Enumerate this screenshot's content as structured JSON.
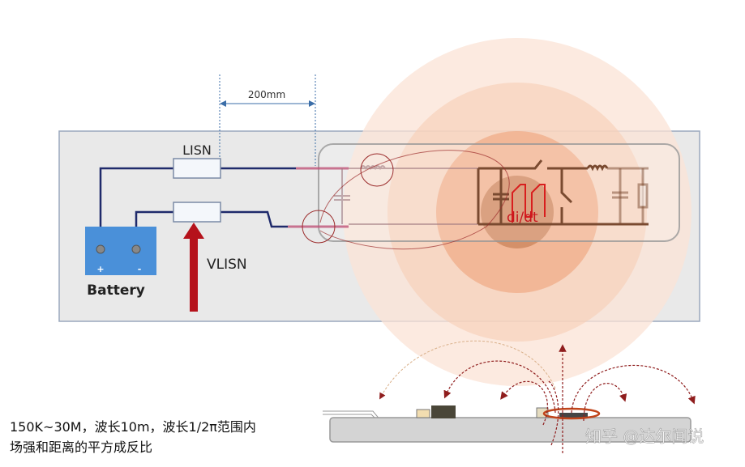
{
  "dimension_label": "200mm",
  "lisn_label": "LISN",
  "vlisn_label": "VLISN",
  "battery_label": "Battery",
  "battery_plus": "+",
  "battery_minus": "-",
  "didt_label": "di/dt",
  "caption_line1": "150K~30M，波长10m，波长1/2π范围内",
  "caption_line2": "场强和距离的平方成反比",
  "watermark": "知乎 @达尔闻说",
  "colors": {
    "board": "#e8e8e8",
    "wire": "#1f2a6b",
    "arrow": "#b5121b",
    "ring": "#f2b48f",
    "pcb": "#d2d2d2"
  }
}
